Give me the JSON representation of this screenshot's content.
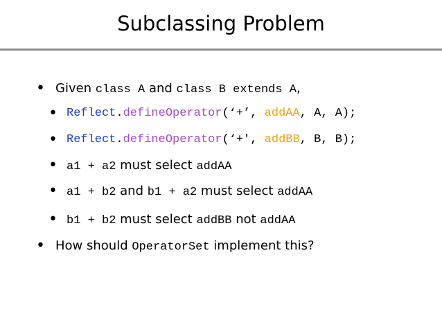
{
  "title": "Subclassing Problem",
  "bullets": [
    {
      "prefix": "Given ",
      "code1": "class A",
      "mid": " and ",
      "code2": "class B extends A",
      "suffix": ","
    },
    {
      "obj": "Reflect",
      "dot": ".",
      "method": "defineOperator",
      "args_start": "(‘+’, ",
      "op": "addAA",
      "args_end": ", A, A);"
    },
    {
      "obj": "Reflect",
      "dot": ".",
      "method": "defineOperator",
      "args_start": "(‘+', ",
      "op": "addBB",
      "args_end": ", B, B);"
    },
    {
      "code1": "a1 + a2",
      "text1": " must select ",
      "code2": "addAA"
    },
    {
      "code1": "a1 + b2",
      "text1": " and ",
      "code2": "b1 + a2",
      "text2": " must select ",
      "code3": "addAA"
    },
    {
      "code1": "b1 + b2",
      "text1": " must select ",
      "code2": "addBB",
      "text2": " not ",
      "code3": "addAA"
    },
    {
      "prefix": "How should ",
      "code": "OperatorSet",
      "suffix": " implement this?"
    }
  ],
  "bullet_glyph": "•",
  "colors": {
    "object": "#1c3bd6",
    "method": "#a648c7",
    "operator_fn": "#e8a313",
    "rule": "#8c8c8c"
  }
}
